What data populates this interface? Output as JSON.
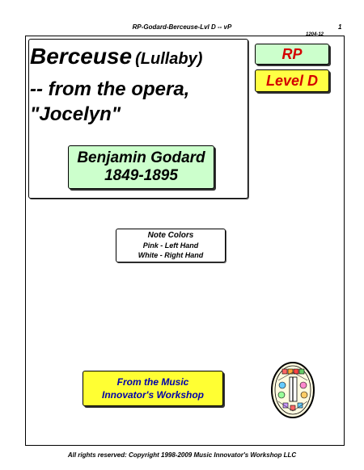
{
  "header": {
    "running_title": "RP-Godard-Berceuse-Lvl D -- vP",
    "page_number": "1",
    "code": "1204-12"
  },
  "title": {
    "main": "Berceuse",
    "paren": "(Lullaby)",
    "line2": "-- from the opera,",
    "line3": "\"Jocelyn\""
  },
  "composer": {
    "name": "Benjamin Godard",
    "dates": "1849-1895"
  },
  "badges": {
    "series": "RP",
    "level": "Level D"
  },
  "note_colors": {
    "title": "Note Colors",
    "left": "Pink - Left Hand",
    "right": "White - Right Hand"
  },
  "workshop": {
    "line1": "From the Music",
    "line2": "Innovator's Workshop"
  },
  "footer": "All rights reserved:  Copyright 1998-2009  Music Innovator's Workshop  LLC",
  "colors": {
    "green_box": "#ccffcc",
    "yellow_box": "#ffff44",
    "badge_text": "#d40000",
    "workshop_text": "#0000aa"
  },
  "logo_icon": "music-innovators-workshop-logo"
}
